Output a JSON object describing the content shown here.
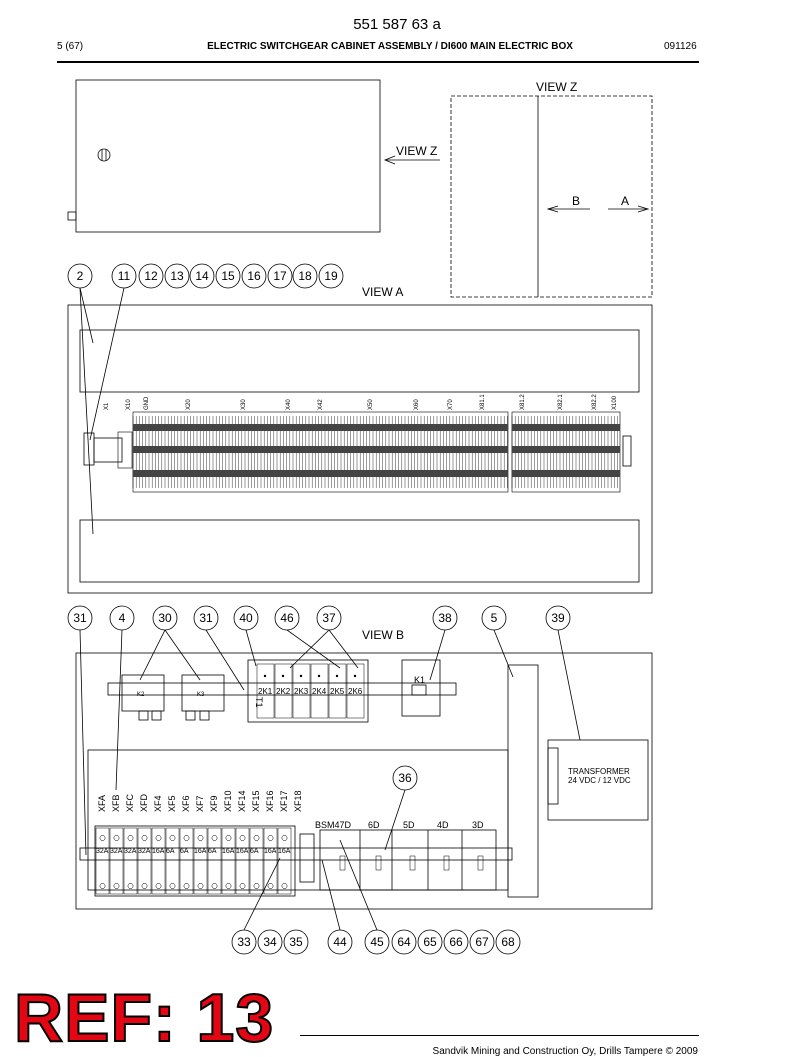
{
  "header": {
    "doc_number": "551 587 63 a",
    "page": "5 (67)",
    "title": "ELECTRIC SWITCHGEAR CABINET ASSEMBLY / DI600 MAIN ELECTRIC BOX",
    "date_code": "091126"
  },
  "views": {
    "view_z_top": "VIEW Z",
    "view_z_arrow": "VIEW Z",
    "view_a": "VIEW A",
    "view_b": "VIEW B",
    "arrow_b": "B",
    "arrow_a": "A"
  },
  "callouts_top": [
    "2",
    "11",
    "12",
    "13",
    "14",
    "15",
    "16",
    "17",
    "18",
    "19"
  ],
  "callouts_mid": [
    "31",
    "4",
    "30",
    "31",
    "40",
    "46",
    "37",
    "38",
    "5",
    "39"
  ],
  "callouts_bottom": [
    "33",
    "34",
    "35",
    "44",
    "45",
    "64",
    "65",
    "66",
    "67",
    "68",
    "36"
  ],
  "terminal_labels": [
    "X1",
    "X10",
    "GND",
    "X20",
    "X30",
    "X40",
    "X42",
    "X50",
    "X60",
    "X70",
    "X81.1",
    "X81.2",
    "X82.1",
    "X82.2",
    "X100"
  ],
  "relays": [
    "2K1",
    "2K2",
    "2K3",
    "2K4",
    "2K5",
    "2K6"
  ],
  "contactors": [
    "K2",
    "K3"
  ],
  "contactor_k1": "K1",
  "t1_label": "T1",
  "transformer": {
    "line1": "TRANSFORMER",
    "line2": "24 VDC / 12 VDC"
  },
  "fuse_labels": [
    "XFA",
    "XFB",
    "XFC",
    "XFD",
    "XF4",
    "XF5",
    "XF6",
    "XF7",
    "XF9",
    "XF10",
    "XF14",
    "XF15",
    "XF16",
    "XF17",
    "XF18"
  ],
  "fuse_ratings": [
    "32A",
    "32A",
    "32A",
    "32A",
    "16A",
    "6A",
    "6A",
    "16A",
    "6A",
    "16A",
    "16A",
    "6A",
    "16A",
    "16A"
  ],
  "bsm_labels": [
    "BSM47D",
    "6D",
    "5D",
    "4D",
    "3D"
  ],
  "stamp": "REF: 13",
  "footer": "Sandvik Mining and Construction Oy, Drills Tampere © 2009"
}
